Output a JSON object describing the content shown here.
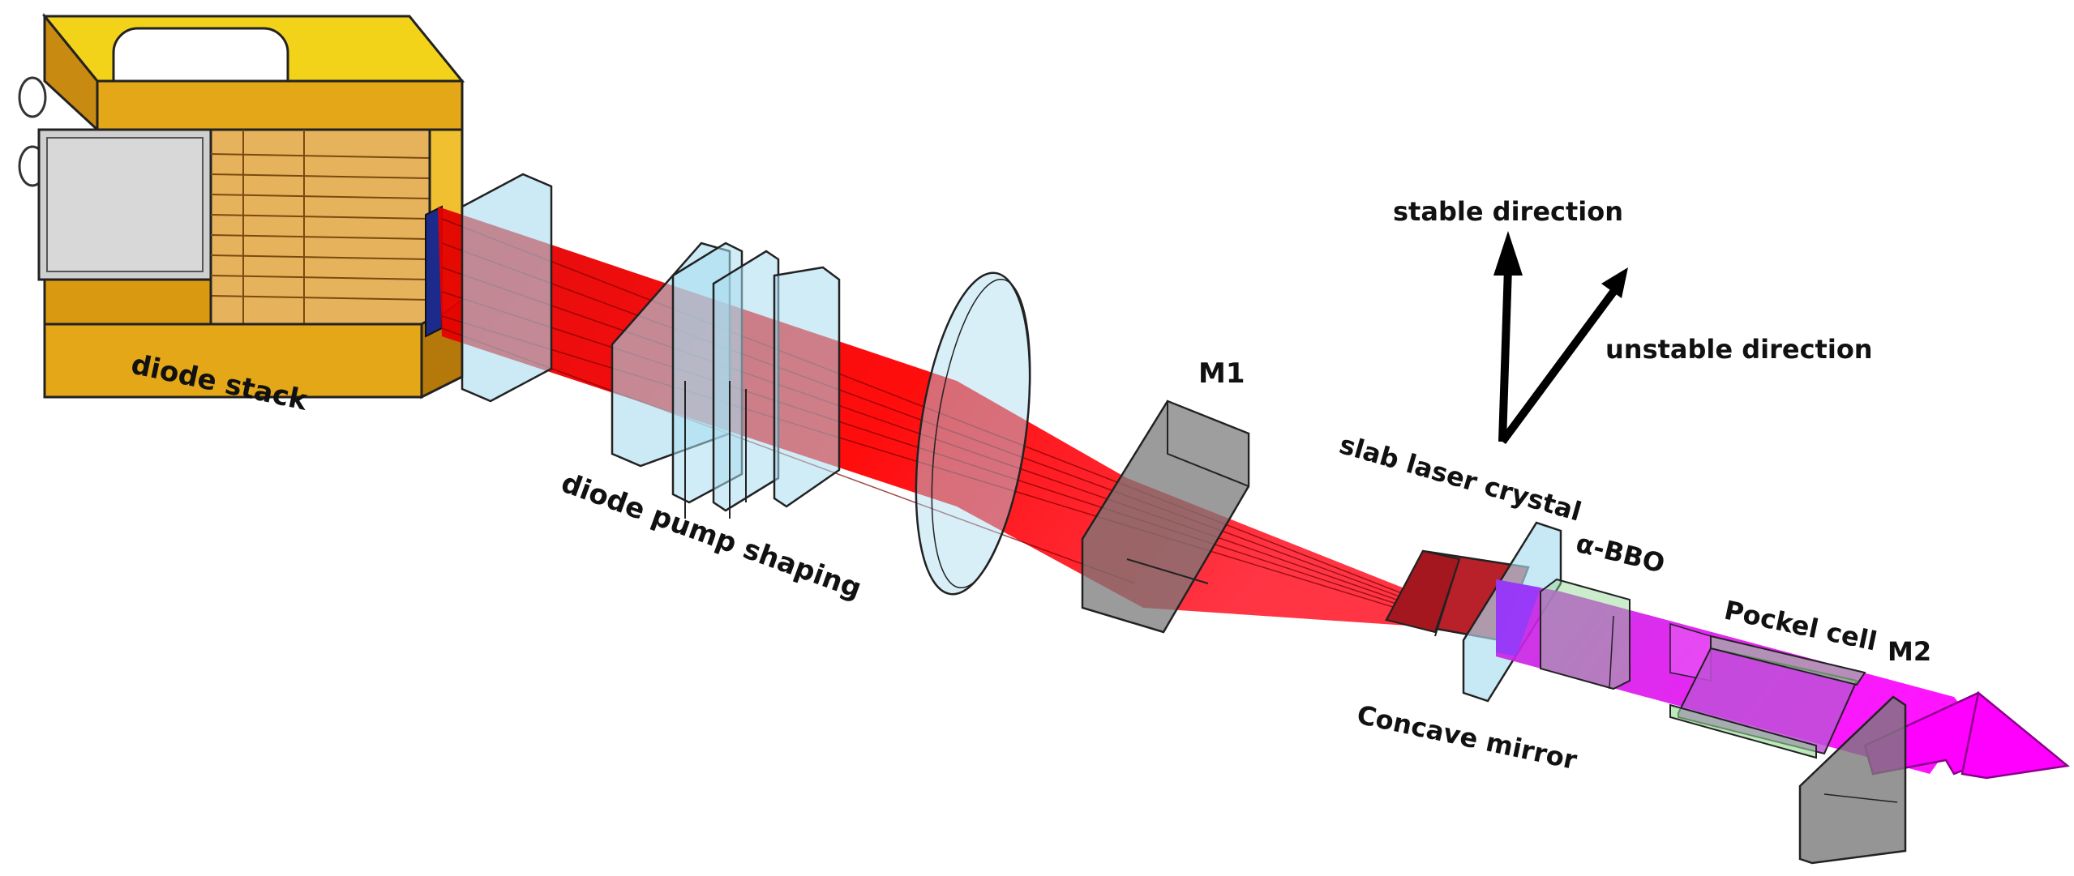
{
  "labels": {
    "diode_stack": "diode stack",
    "diode_pump_shaping": "diode pump shaping",
    "m1": "M1",
    "stable_direction": "stable direction",
    "unstable_direction": "unstable direction",
    "slab_laser_crystal": "slab laser crystal",
    "alpha_bbo": "α-BBO",
    "pockel_cell": "Pockel cell",
    "m2": "M2",
    "concave_mirror": "Concave mirror"
  },
  "colors": {
    "housing_top": "#f3d31a",
    "housing_side": "#d99a12",
    "housing_dark": "#b5780a",
    "lens_glass": "#a9dcef",
    "mirror_gray": "#8f8f8f",
    "pump_beam": "#ff0000",
    "laser_beam": "#ff00ff",
    "crystal": "#c8202e",
    "bbo_green": "#8fd88f"
  }
}
